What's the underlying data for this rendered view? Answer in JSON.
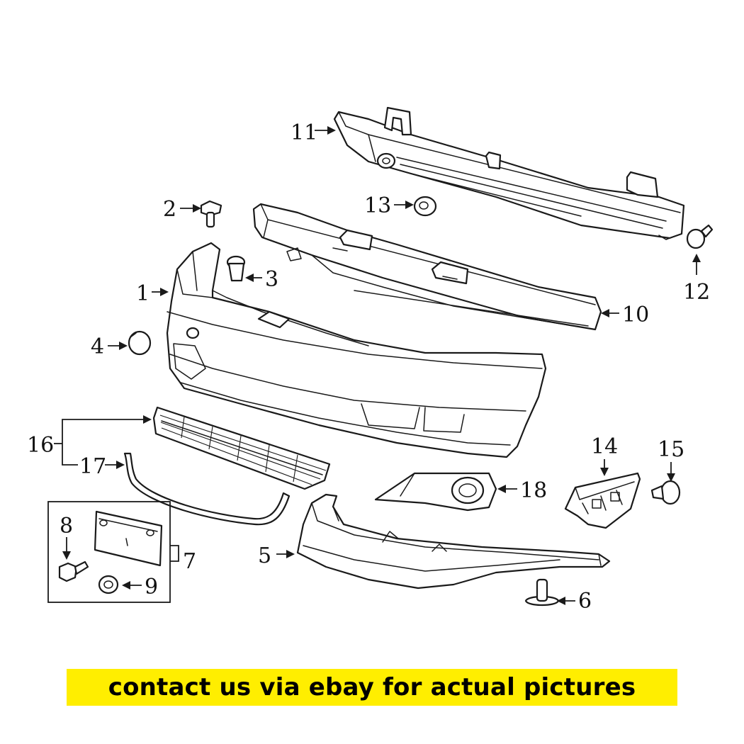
{
  "callouts": {
    "c1": "1",
    "c2": "2",
    "c3": "3",
    "c4": "4",
    "c5": "5",
    "c6": "6",
    "c7": "7",
    "c8": "8",
    "c9": "9",
    "c10": "10",
    "c11": "11",
    "c12": "12",
    "c13": "13",
    "c14": "14",
    "c15": "15",
    "c16": "16",
    "c17": "17",
    "c18": "18"
  },
  "banner": {
    "text": "contact us via ebay for actual pictures",
    "background_color": "#ffee00",
    "text_color": "#000000"
  }
}
